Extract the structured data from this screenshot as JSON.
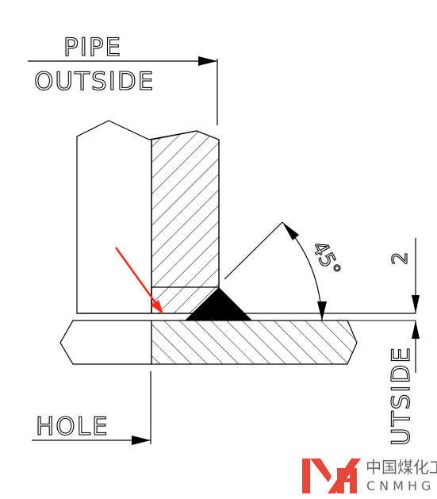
{
  "labels": {
    "pipe": "PIPE",
    "pipe_outside": "OUTSIDE",
    "hole": "HOLE",
    "vertical_outside": "UTSIDE",
    "angle": "45°",
    "gap": "2"
  },
  "logo": {
    "chinese": "中国煤化工",
    "latin": "CNMHG",
    "mark_color": "#e8463a",
    "text_color": "#666666"
  },
  "colors": {
    "line": "#000000",
    "callout_arrow": "#ff2a1a"
  }
}
